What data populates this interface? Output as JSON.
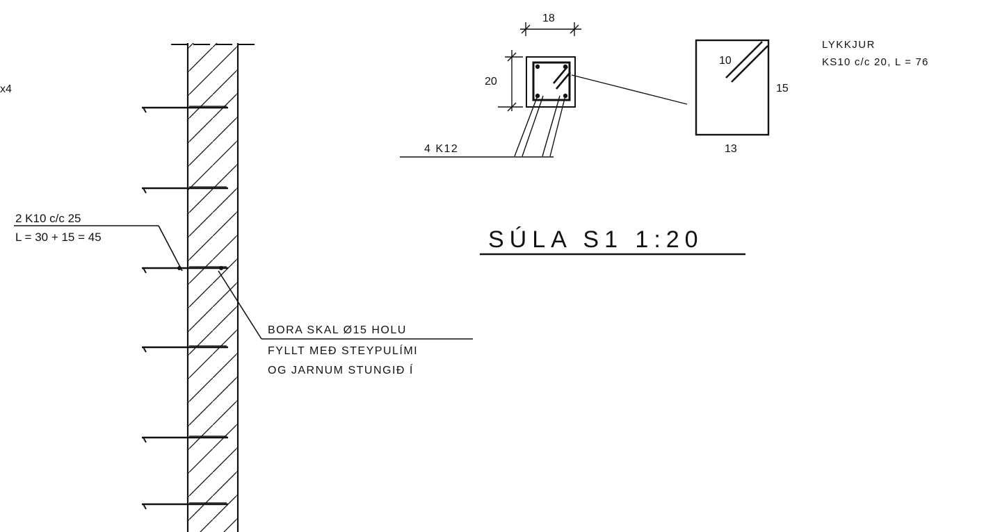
{
  "wall_detail": {
    "edge_label_cut": "x4",
    "anchor_label_line1": "2 K10 c/c 25",
    "anchor_label_line2": "L = 30 + 15 = 45",
    "drill_note_line1": "BORA  SKAL  Ø15  HOLU",
    "drill_note_line2": "FYLLT  MEÐ  STEYPULÍMI",
    "drill_note_line3": "OG  JARNUM  STUNGIÐ  Í"
  },
  "column_section": {
    "dim_width": "18",
    "dim_height": "20",
    "rebar_label": "4 K12"
  },
  "stirrup_detail": {
    "dim_diag": "10",
    "dim_right": "15",
    "dim_bottom": "13",
    "label_line1": "LYKKJUR",
    "label_line2": "KS10 c/c 20,  L = 76"
  },
  "title": {
    "text": "SÚLA  S1  1:20"
  }
}
